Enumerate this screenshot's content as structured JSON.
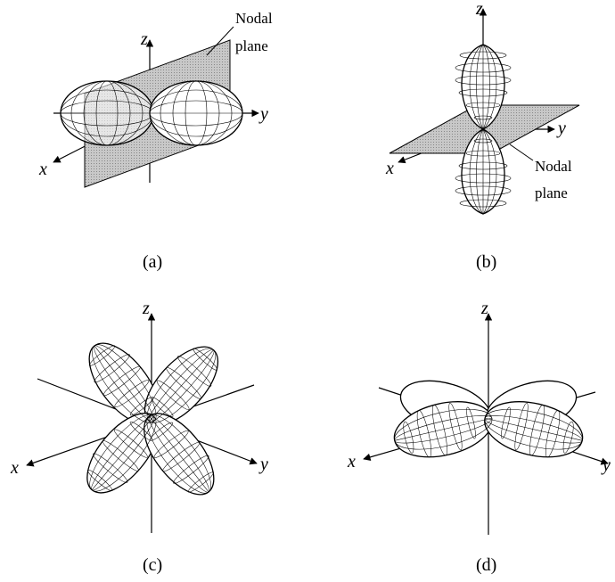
{
  "panels": [
    {
      "id": "a",
      "caption": "(a)",
      "axes": {
        "x": "x",
        "y": "y",
        "z": "z"
      },
      "annotation": {
        "line1": "Nodal",
        "line2": "plane"
      }
    },
    {
      "id": "b",
      "caption": "(b)",
      "axes": {
        "x": "x",
        "y": "y",
        "z": "z"
      },
      "annotation": {
        "line1": "Nodal",
        "line2": "plane"
      }
    },
    {
      "id": "c",
      "caption": "(c)",
      "axes": {
        "x": "x",
        "y": "y",
        "z": "z"
      }
    },
    {
      "id": "d",
      "caption": "(d)",
      "axes": {
        "x": "x",
        "y": "y",
        "z": "z"
      }
    }
  ],
  "colors": {
    "ink": "#000000",
    "plane_fill": "#b8b8b8",
    "lobe_fill": "#ffffff"
  }
}
